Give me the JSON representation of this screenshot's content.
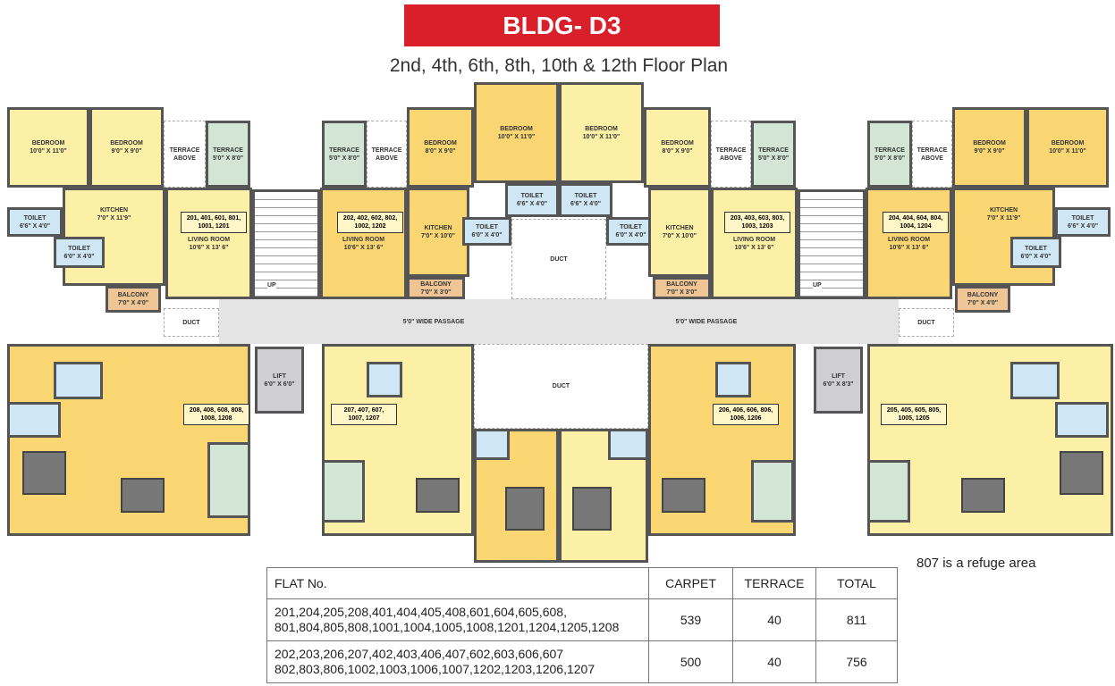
{
  "title": "BLDG- D3",
  "subtitle": "2nd, 4th, 6th, 8th, 10th & 12th Floor Plan",
  "colors": {
    "banner": "#d9202a",
    "flat_light": "#fcefa6",
    "flat_dark": "#f9d672",
    "toilet": "#cfe6f5",
    "terrace": "#d3e6d5",
    "balcony": "#efc595",
    "lift": "#cfcfd2",
    "passage": "#e4e4e4"
  },
  "rooms": [
    {
      "id": "a_bed1",
      "name": "BEDROOM",
      "size": "10'0\" X 11'0\"",
      "kind": "light"
    },
    {
      "id": "a_bed2",
      "name": "BEDROOM",
      "size": "9'0\" X 9'0\"",
      "kind": "light"
    },
    {
      "id": "a_tabove",
      "name": "TERRACE ABOVE",
      "size": "",
      "kind": "white"
    },
    {
      "id": "a_terr",
      "name": "TERRACE",
      "size": "5'0\" X 8'0\"",
      "kind": "green"
    },
    {
      "id": "a_kit",
      "name": "KITCHEN",
      "size": "7'0\" X 11'9\"",
      "kind": "light"
    },
    {
      "id": "a_liv",
      "name": "LIVING ROOM",
      "size": "10'6\" X 13' 6\"",
      "kind": "light"
    },
    {
      "id": "a_t1",
      "name": "TOILET",
      "size": "6'6\" X 4'0\"",
      "kind": "blue"
    },
    {
      "id": "a_t2",
      "name": "TOILET",
      "size": "6'0\" X 4'0\"",
      "kind": "blue"
    },
    {
      "id": "a_bal",
      "name": "BALCONY",
      "size": "7'0\" X 4'0\"",
      "kind": "tan"
    },
    {
      "id": "duct_l",
      "name": "DUCT",
      "size": "",
      "kind": "white"
    },
    {
      "id": "b_terr",
      "name": "TERRACE",
      "size": "5'0\" X 8'0\"",
      "kind": "green"
    },
    {
      "id": "b_tabove",
      "name": "TERRACE ABOVE",
      "size": "",
      "kind": "white"
    },
    {
      "id": "b_bed1",
      "name": "BEDROOM",
      "size": "8'0\" X 9'0\"",
      "kind": "dark"
    },
    {
      "id": "b_bed2",
      "name": "BEDROOM",
      "size": "10'0\" X 11'0\"",
      "kind": "dark"
    },
    {
      "id": "b_liv",
      "name": "LIVING ROOM",
      "size": "10'6\" X 13' 6\"",
      "kind": "dark"
    },
    {
      "id": "b_kit",
      "name": "KITCHEN",
      "size": "7'0\" X 10'0\"",
      "kind": "dark"
    },
    {
      "id": "b_bal",
      "name": "BALCONY",
      "size": "7'0\" X 3'0\"",
      "kind": "tan"
    },
    {
      "id": "b_t1",
      "name": "TOILET",
      "size": "6'6\" X 4'0\"",
      "kind": "blue"
    },
    {
      "id": "b_t2",
      "name": "TOILET",
      "size": "6'0\" X 4'0\"",
      "kind": "blue"
    },
    {
      "id": "duct_c",
      "name": "DUCT",
      "size": "",
      "kind": "white"
    },
    {
      "id": "c_bed2",
      "name": "BEDROOM",
      "size": "10'0\" X 11'0\"",
      "kind": "light"
    },
    {
      "id": "c_bed1",
      "name": "BEDROOM",
      "size": "8'0\" X 9'0\"",
      "kind": "light"
    },
    {
      "id": "c_tabove",
      "name": "TERRACE ABOVE",
      "size": "",
      "kind": "white"
    },
    {
      "id": "c_terr",
      "name": "TERRACE",
      "size": "5'0\" X 8'0\"",
      "kind": "green"
    },
    {
      "id": "c_t1",
      "name": "TOILET",
      "size": "6'6\" X 4'0\"",
      "kind": "blue"
    },
    {
      "id": "c_t2",
      "name": "TOILET",
      "size": "6'0\" X 4'0\"",
      "kind": "blue"
    },
    {
      "id": "c_kit",
      "name": "KITCHEN",
      "size": "7'0\" X 10'0\"",
      "kind": "light"
    },
    {
      "id": "c_bal",
      "name": "BALCONY",
      "size": "7'0\" X 3'0\"",
      "kind": "tan"
    },
    {
      "id": "c_liv",
      "name": "LIVING ROOM",
      "size": "10'6\" X 13' 6\"",
      "kind": "light"
    },
    {
      "id": "d_terr",
      "name": "TERRACE",
      "size": "5'0\" X 8'0\"",
      "kind": "green"
    },
    {
      "id": "d_tabove",
      "name": "TERRACE ABOVE",
      "size": "",
      "kind": "white"
    },
    {
      "id": "d_bed1",
      "name": "BEDROOM",
      "size": "9'0\" X 9'0\"",
      "kind": "dark"
    },
    {
      "id": "d_bed2",
      "name": "BEDROOM",
      "size": "10'0\" X 11'0\"",
      "kind": "dark"
    },
    {
      "id": "d_liv",
      "name": "LIVING ROOM",
      "size": "10'6\" X 13' 6\"",
      "kind": "dark"
    },
    {
      "id": "d_kit",
      "name": "KITCHEN",
      "size": "7'0\" X 11'9\"",
      "kind": "dark"
    },
    {
      "id": "d_t1",
      "name": "TOILET",
      "size": "6'6\" X 4'0\"",
      "kind": "blue"
    },
    {
      "id": "d_t2",
      "name": "TOILET",
      "size": "6'0\" X 4'0\"",
      "kind": "blue"
    },
    {
      "id": "d_bal",
      "name": "BALCONY",
      "size": "7'0\" X 4'0\"",
      "kind": "tan"
    },
    {
      "id": "duct_r",
      "name": "DUCT",
      "size": "",
      "kind": "white"
    },
    {
      "id": "lift1",
      "name": "LIFT",
      "size": "6'0\" X 6'0\"",
      "kind": "gray"
    },
    {
      "id": "lift2",
      "name": "LIFT",
      "size": "6'0\" X 8'3\"",
      "kind": "gray"
    },
    {
      "id": "duct_low",
      "name": "DUCT",
      "size": "",
      "kind": "white"
    }
  ],
  "passage_label": "5'0\" WIDE PASSAGE",
  "stair_label": "UP",
  "flats": [
    {
      "id": "f201",
      "label": "201, 401, 601, 801, 1001, 1201"
    },
    {
      "id": "f202",
      "label": "202, 402, 602, 802, 1002, 1202"
    },
    {
      "id": "f203",
      "label": "203, 403, 603, 803, 1003, 1203"
    },
    {
      "id": "f204",
      "label": "204, 404, 604, 804, 1004, 1204"
    },
    {
      "id": "f208",
      "label": "208, 408, 608, 808, 1008, 1208"
    },
    {
      "id": "f207",
      "label": "207, 407, 607, 1007, 1207"
    },
    {
      "id": "f206",
      "label": "206, 406, 606, 806, 1006, 1206"
    },
    {
      "id": "f205",
      "label": "205, 405, 605, 805, 1005, 1205"
    }
  ],
  "area_table": {
    "headers": [
      "FLAT No.",
      "CARPET",
      "TERRACE",
      "TOTAL"
    ],
    "rows": [
      {
        "flats_line1": "201,204,205,208,401,404,405,408,601,604,605,608,",
        "flats_line2": "801,804,805,808,1001,1004,1005,1008,1201,1204,1205,1208",
        "carpet": "539",
        "terrace": "40",
        "total": "811"
      },
      {
        "flats_line1": "202,203,206,207,402,403,406,407,602,603,606,607",
        "flats_line2": "802,803,806,1002,1003,1006,1007,1202,1203,1206,1207",
        "carpet": "500",
        "terrace": "40",
        "total": "756"
      }
    ]
  },
  "note": "807 is a refuge area"
}
